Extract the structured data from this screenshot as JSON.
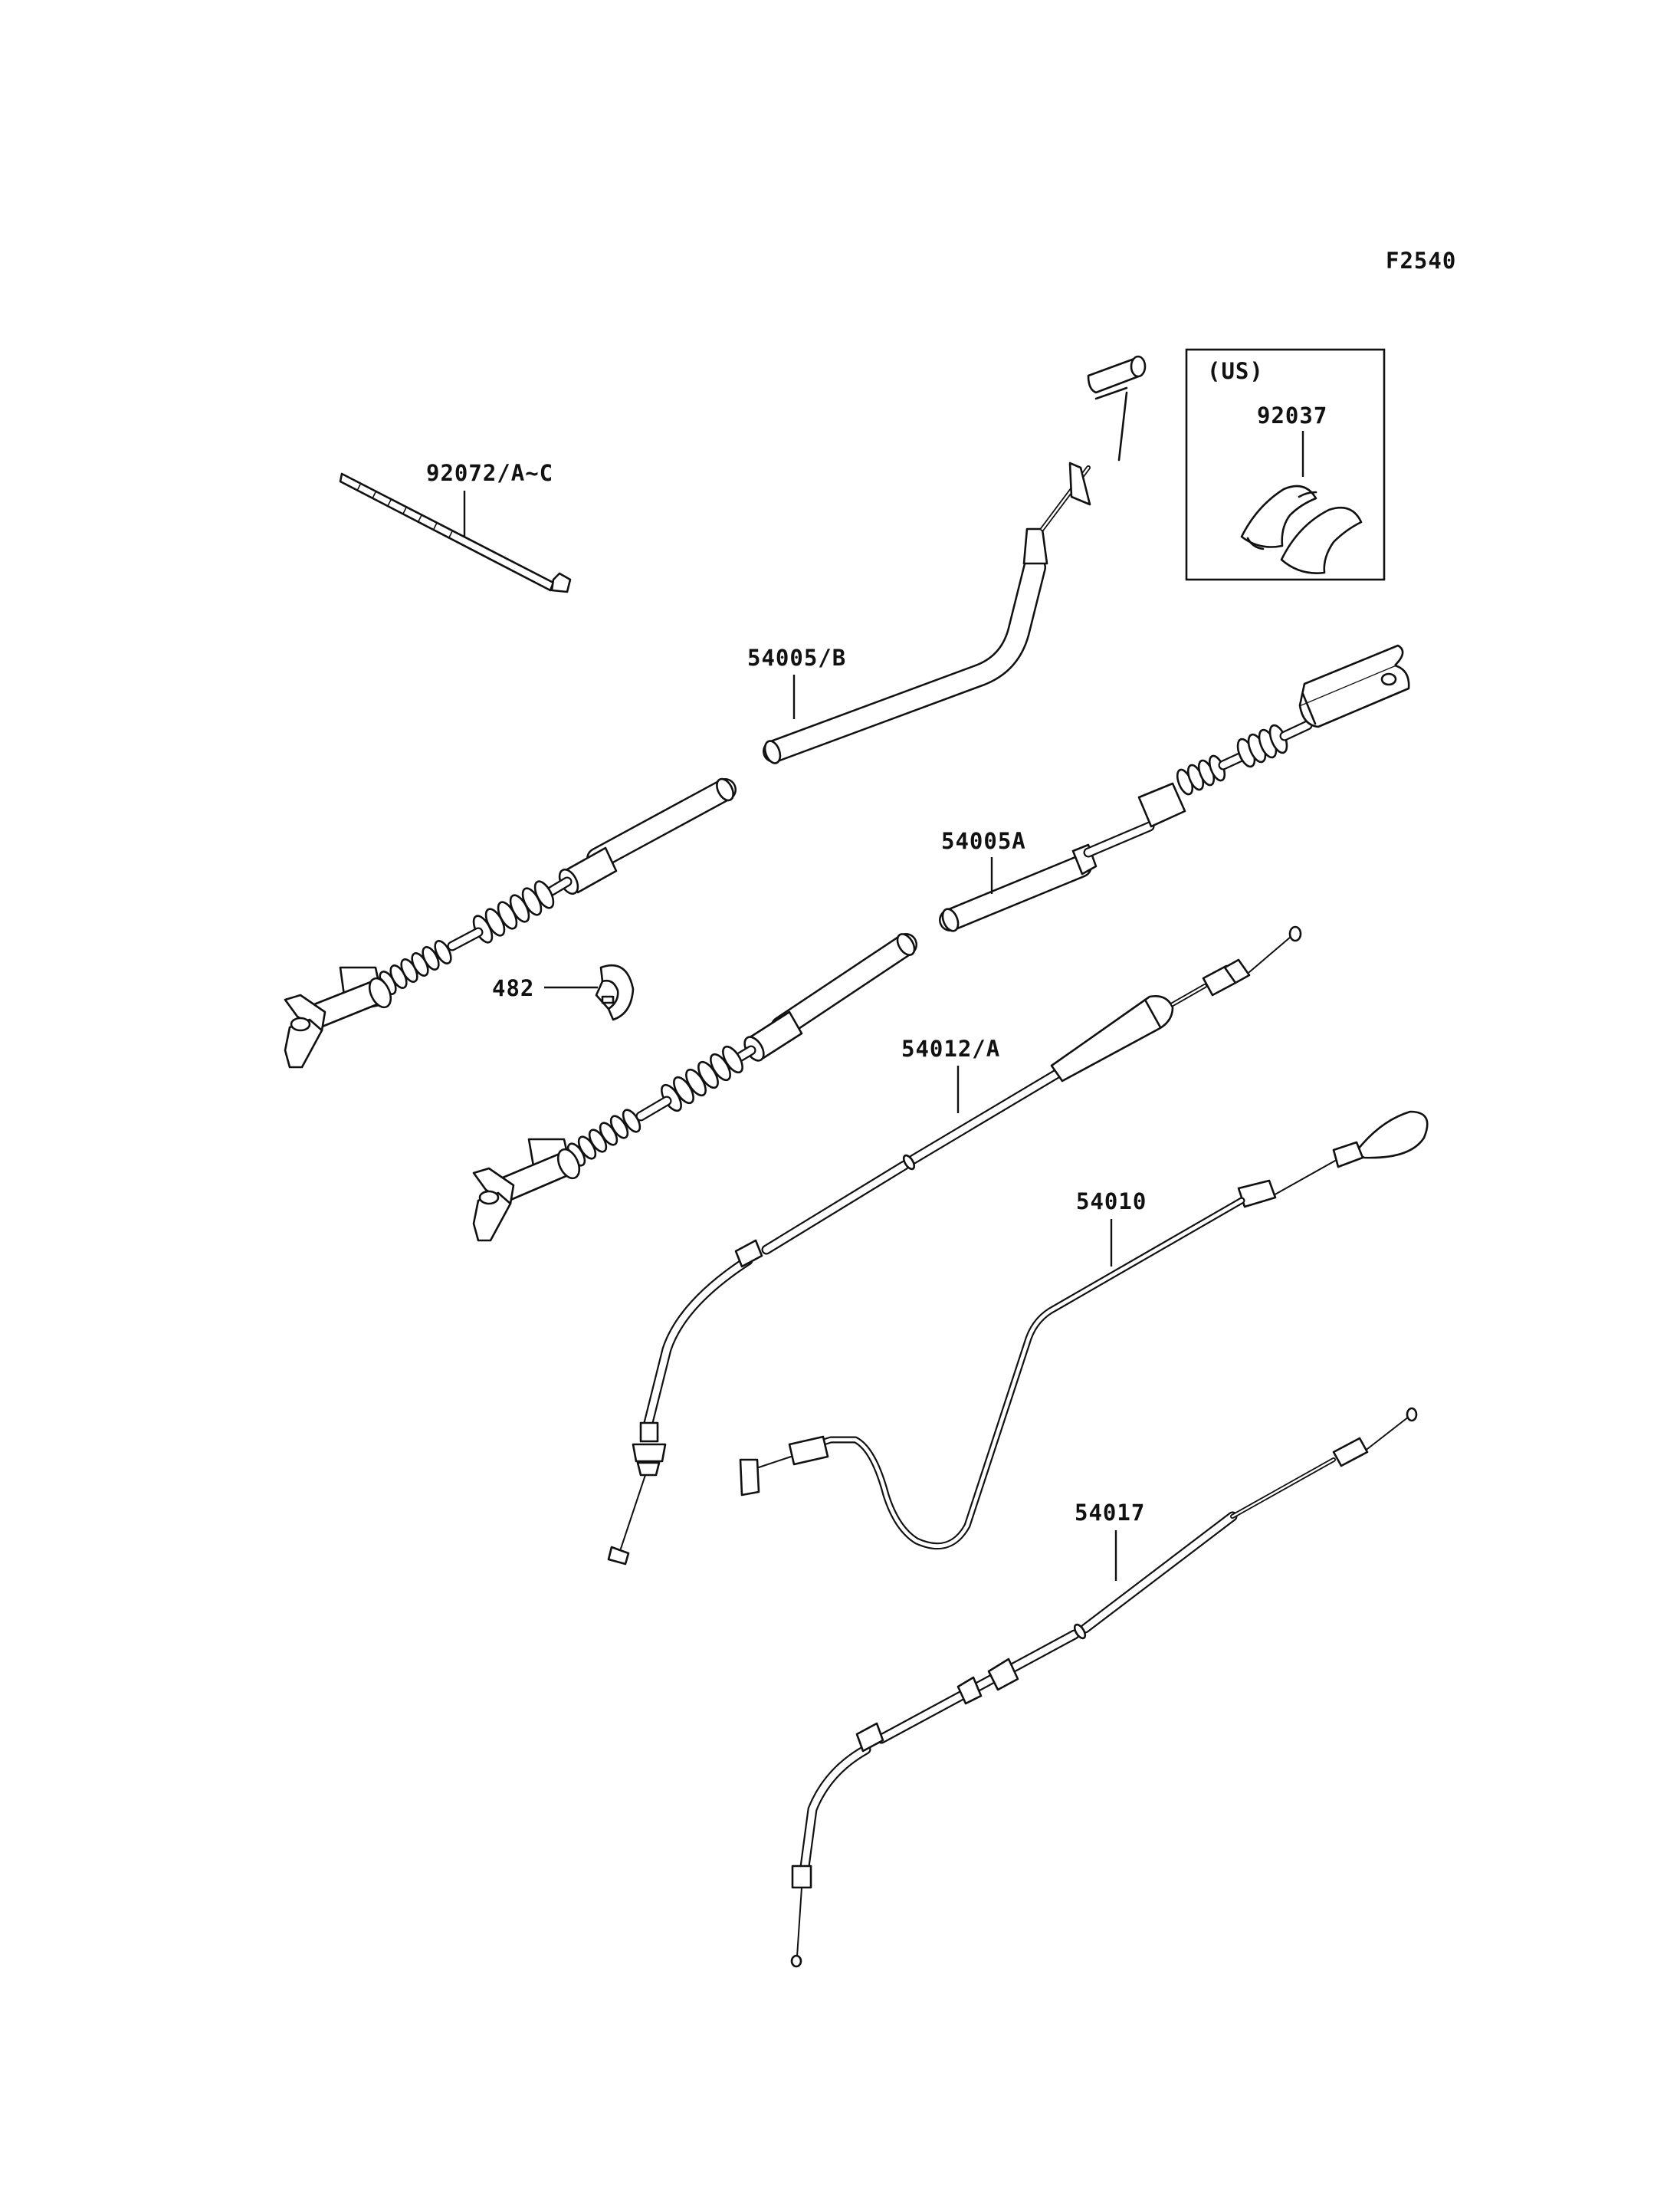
{
  "figure_code": "F2540",
  "inset": {
    "region_label": "(US)",
    "part_number": "92037"
  },
  "parts": [
    {
      "id": "tie",
      "number": "92072/A~C"
    },
    {
      "id": "cable-b",
      "number": "54005/B"
    },
    {
      "id": "cable-a",
      "number": "54005A"
    },
    {
      "id": "clip",
      "number": "482"
    },
    {
      "id": "cable-12",
      "number": "54012/A"
    },
    {
      "id": "cable-10",
      "number": "54010"
    },
    {
      "id": "cable-17",
      "number": "54017"
    }
  ]
}
